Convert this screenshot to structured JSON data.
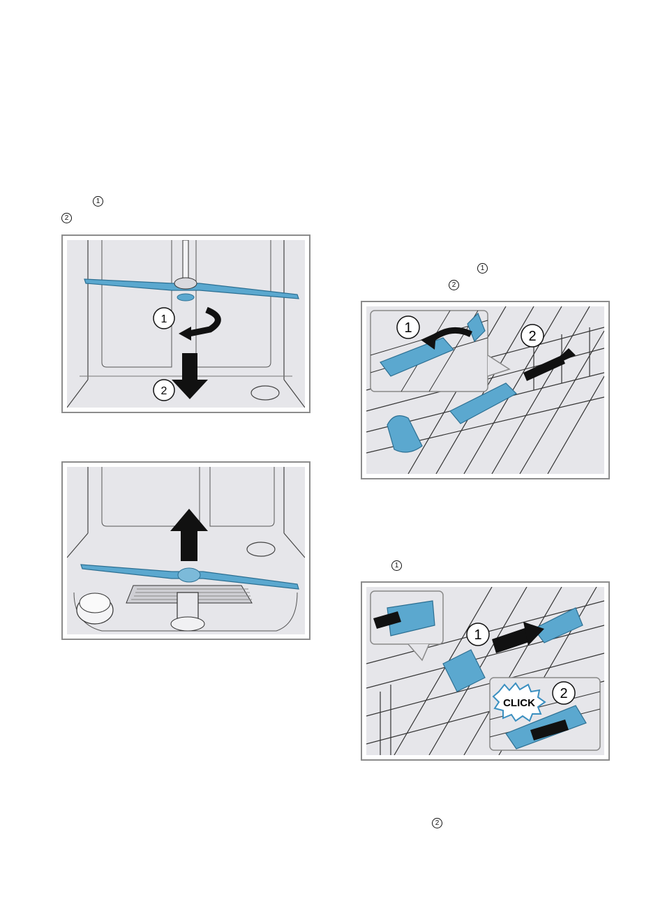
{
  "step_markers": {
    "step1_col_left": "1",
    "step2_col_left": "2",
    "step1_col_right_a": "1",
    "step2_col_right_a": "2",
    "step1_col_right_b": "1",
    "step2_col_right_c": "2"
  },
  "figure_remove": {
    "callouts": [
      "1",
      "2"
    ]
  },
  "figure_unlock": {
    "callouts": [
      "1",
      "2"
    ]
  },
  "figure_insert": {
    "callouts": [
      "1",
      "2"
    ],
    "click_label": "CLICK"
  },
  "colors": {
    "part_blue": "#5ba8cf",
    "part_blue_dark": "#2c6f92",
    "frame": "#8c8c8c",
    "bg_gray": "#e6e6ea",
    "line": "#222222"
  }
}
